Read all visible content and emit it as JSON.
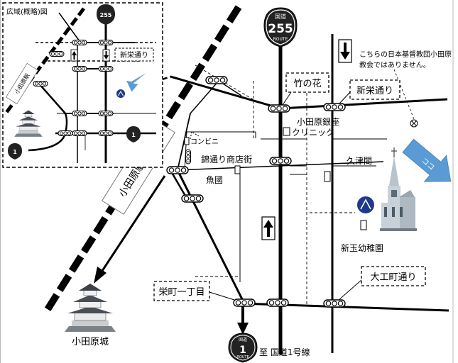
{
  "inset": {
    "title": "広域(概略)図",
    "shield_number": "255",
    "shield_number_small": "1",
    "label_shinsakae": "新栄通り",
    "label_station": "小田原駅"
  },
  "route255": {
    "top": "国道",
    "number": "255",
    "bottom": "ROUTE"
  },
  "route1": {
    "top": "国道",
    "number": "1",
    "bottom": "ROUTE",
    "caption": "至 国道1号線"
  },
  "labels": {
    "takenohana": "竹の花",
    "shinsakae": "新栄通り",
    "ginza": "小田原銀座",
    "clinic": "クリニック",
    "konbini": "コンビニ",
    "nishiki": "錦通り商店街",
    "uokuni": "魚國",
    "kutsuma": "久津間",
    "station": "小田原駅↓東口",
    "shinkyoku": "新玉幼稚園",
    "sakaecho": "栄町一丁目",
    "daikucho": "大工町通り",
    "castle": "小田原城",
    "church_note_1": "こちらの日本基督教団小田原",
    "church_note_2": "教会ではありません。",
    "arrow_text": "ココ"
  },
  "colors": {
    "blue": "#5b9bd5",
    "marker": "#1f3a8a"
  }
}
